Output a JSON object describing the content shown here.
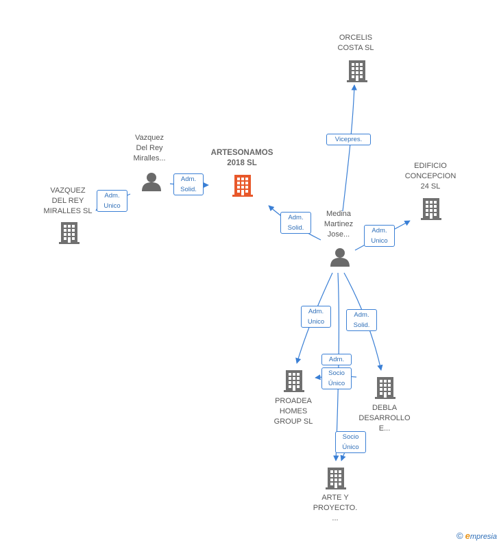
{
  "nodes": {
    "artesonamos": "ARTESONAMOS\n2018  SL",
    "orcelis": "ORCELIS\nCOSTA SL",
    "edificio": "EDIFICIO\nCONCEPCION\n24  SL",
    "vazquez_sl": "VAZQUEZ\nDEL REY\nMIRALLES  SL",
    "vazquez_person": "Vazquez\nDel Rey\nMiralles...",
    "medina": "Medina\nMartinez\nJose...",
    "proadea": "PROADEA\nHOMES\nGROUP  SL",
    "debla": "DEBLA\nDESARROLLO\nE...",
    "arte": "ARTE Y\nPROYECTO.\n..."
  },
  "edges": {
    "vicepres": "Vicepres.",
    "adm_unico_vazquez": "Adm.\nUnico",
    "adm_solid_vazquez": "Adm.\nSolid.",
    "adm_solid_medina": "Adm.\nSolid.",
    "adm_unico_edificio": "Adm.\nUnico",
    "adm_unico_proadea": "Adm.\nUnico",
    "adm_solid_debla": "Adm.\nSolid.",
    "adm_arte": "Adm.",
    "socio_unico_1": "Socio\nÚnico",
    "socio_unico_2": "Socio\nÚnico"
  },
  "colors": {
    "edge": "#3a7fd5",
    "company_icon": "#707070",
    "main_company_icon": "#e8582a",
    "person_icon": "#6a6a6a"
  },
  "footer": {
    "copyright": "©",
    "brand_initial": "e",
    "brand_rest": "mpresia"
  }
}
